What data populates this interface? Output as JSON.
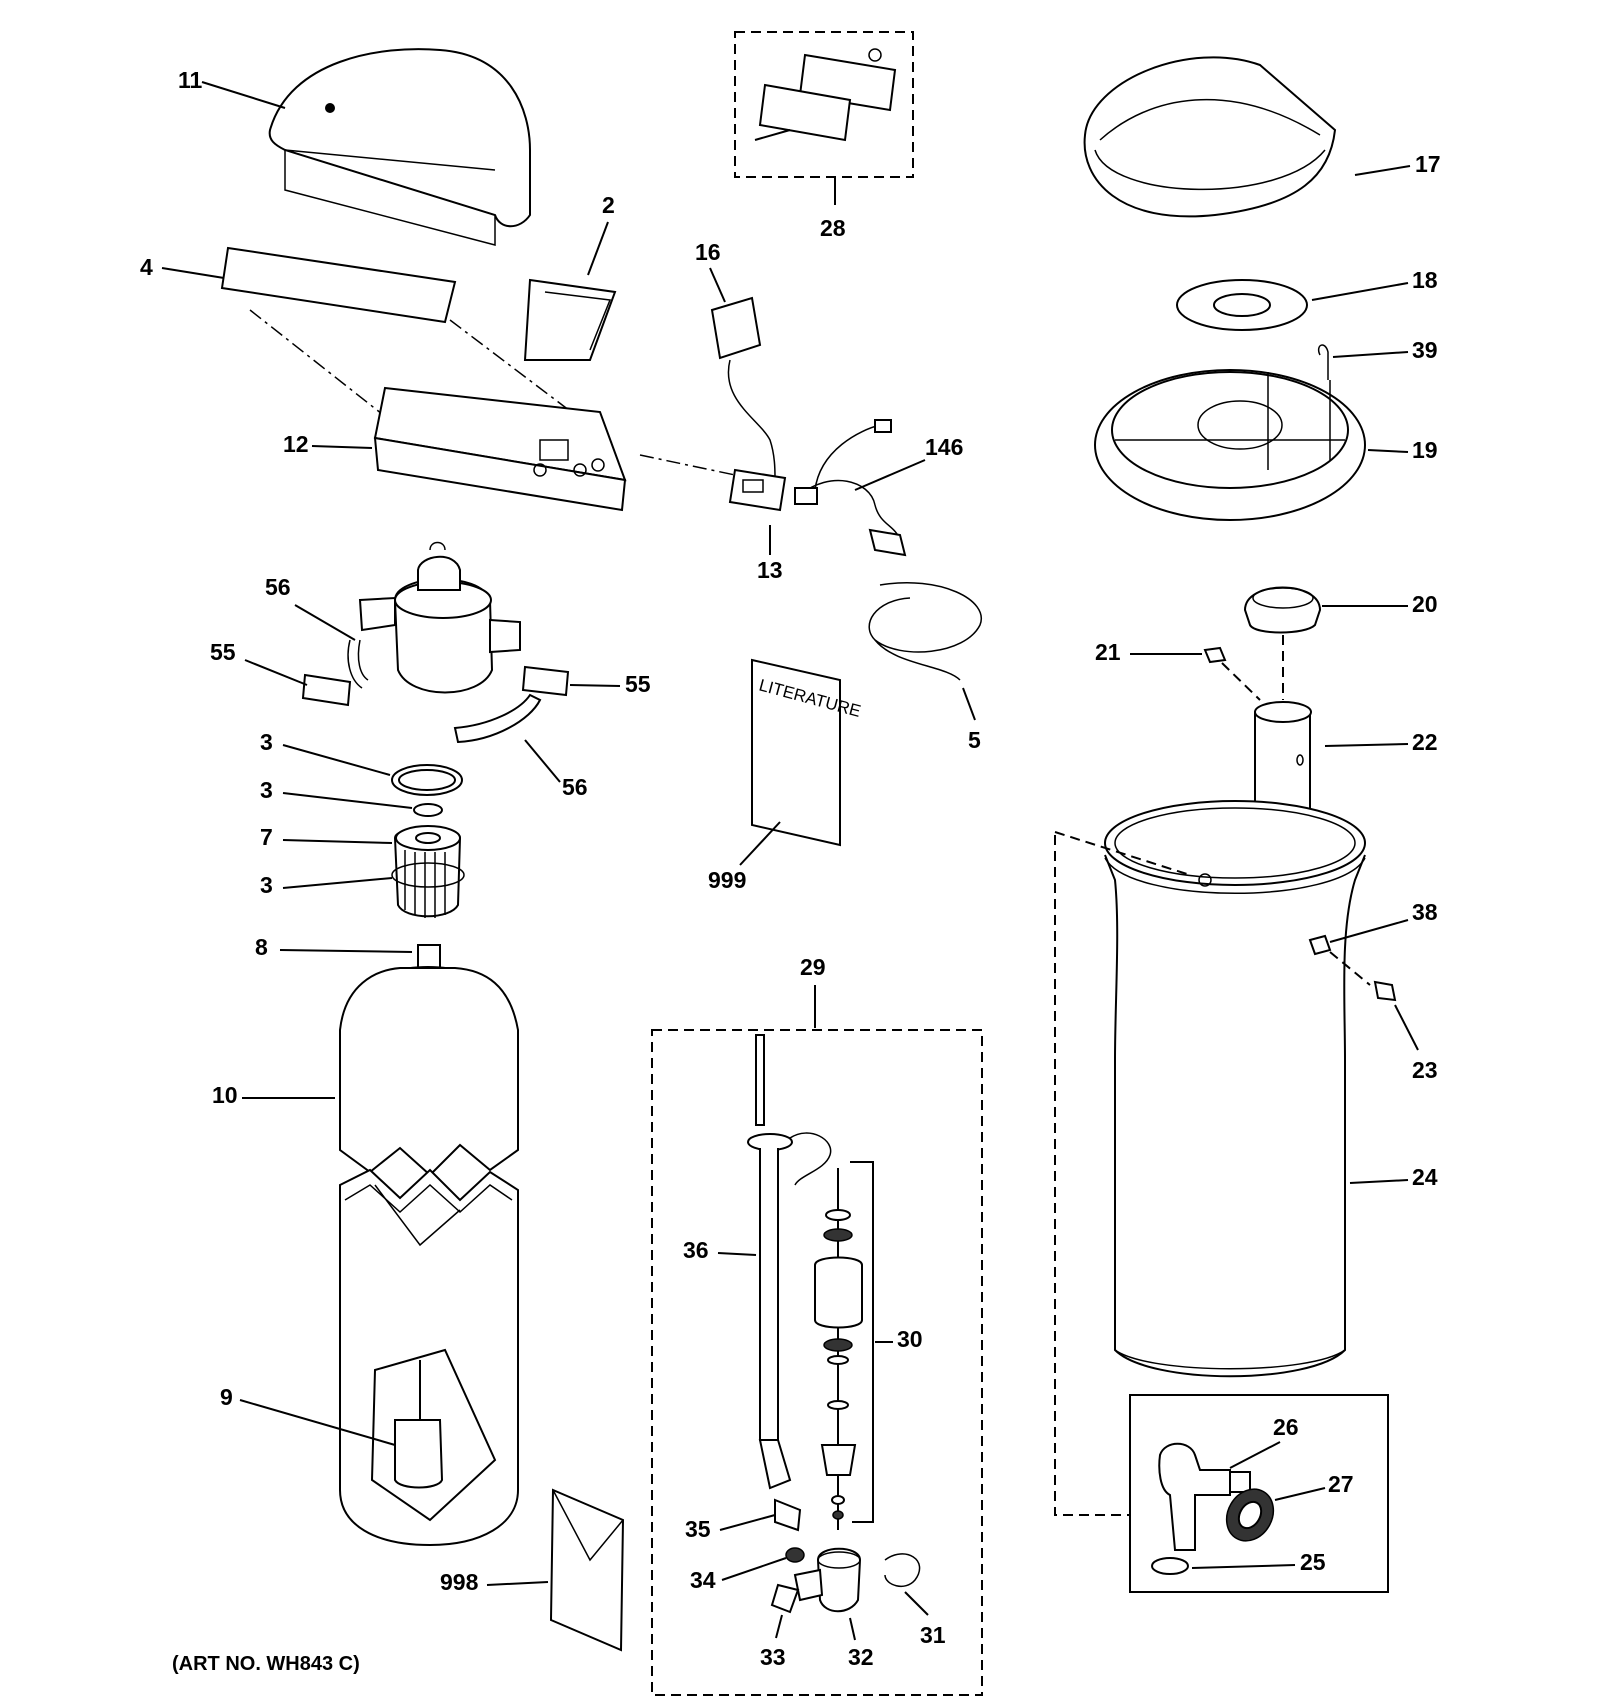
{
  "callouts": {
    "c11": "11",
    "c2": "2",
    "c4": "4",
    "c12": "12",
    "c28": "28",
    "c16": "16",
    "c146": "146",
    "c13": "13",
    "c17": "17",
    "c18": "18",
    "c39": "39",
    "c19": "19",
    "c56a": "56",
    "c55a": "55",
    "c55b": "55",
    "c56b": "56",
    "c3a": "3",
    "c3b": "3",
    "c7": "7",
    "c3c": "3",
    "c8": "8",
    "c10": "10",
    "c9": "9",
    "c998": "998",
    "c5": "5",
    "c999": "999",
    "c20": "20",
    "c21": "21",
    "c22": "22",
    "c38": "38",
    "c23": "23",
    "c24": "24",
    "c29": "29",
    "c36": "36",
    "c30": "30",
    "c35": "35",
    "c34": "34",
    "c33": "33",
    "c32": "32",
    "c31": "31",
    "c26": "26",
    "c27": "27",
    "c25": "25"
  },
  "literature_label": "LITERATURE",
  "art_number": "(ART NO. WH843 C)"
}
